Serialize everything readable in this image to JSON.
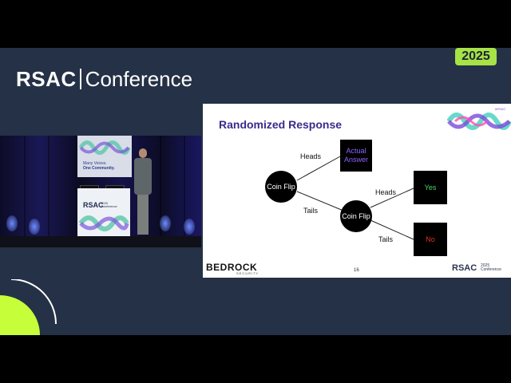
{
  "header": {
    "year_badge": "2025",
    "brand_rsac": "RSAC",
    "brand_conference": "Conference"
  },
  "video": {
    "screen_text_line1": "Many Voices.",
    "screen_text_line2": "One Community.",
    "podium_rsac": "RSAC",
    "podium_conference": "2025 Conference"
  },
  "slide": {
    "title": "Randomized Response",
    "node_coin_flip_1": "Coin Flip",
    "node_actual_answer": "Actual Answer",
    "node_coin_flip_2": "Coin Flip",
    "node_yes": "Yes",
    "node_no": "No",
    "label_heads_1": "Heads",
    "label_tails_1": "Tails",
    "label_heads_2": "Heads",
    "label_tails_2": "Tails",
    "footer_logo": "BEDROCK",
    "footer_logo_sub": "SECURITY",
    "slide_number": "16",
    "footer_rsac": "RSAC",
    "footer_conference": "2025 Conference",
    "hashtag": "#RSAC"
  },
  "colors": {
    "stage_bg": "#243146",
    "badge": "#a7e246",
    "title": "#3b2a8c",
    "actual_answer": "#8f63ff",
    "yes": "#4cd964",
    "no": "#e0311f",
    "corner_accent": "#c6ff3a"
  }
}
